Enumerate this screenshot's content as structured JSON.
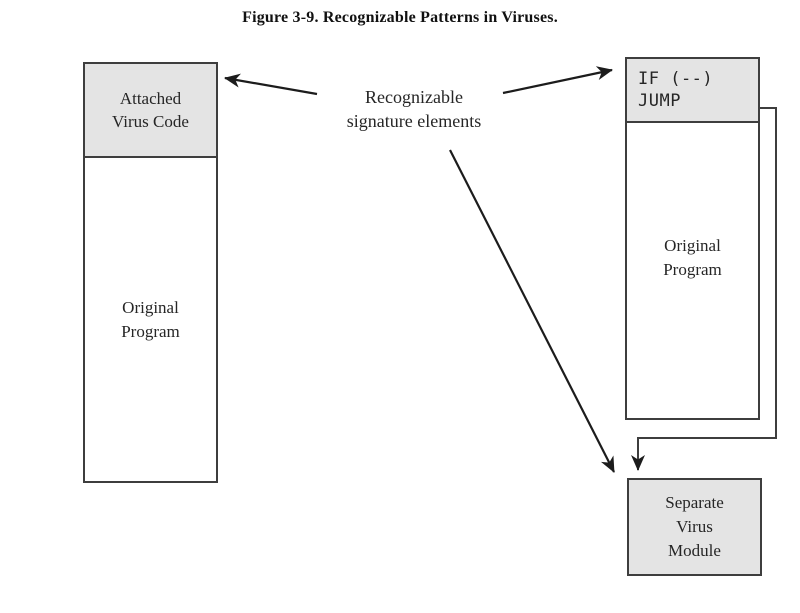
{
  "figure": {
    "title": "Figure 3-9. Recognizable Patterns in Viruses."
  },
  "center_label": {
    "lines": [
      "Recognizable",
      "signature elements"
    ]
  },
  "attached_box": {
    "header_lines": [
      "Attached",
      "Virus Code"
    ],
    "body_lines": [
      "Original",
      "Program"
    ]
  },
  "jump_box": {
    "header_lines": [
      "IF (--)",
      "JUMP"
    ],
    "body_lines": [
      "Original",
      "Program"
    ]
  },
  "separate_box": {
    "lines": [
      "Separate",
      "Virus",
      "Module"
    ]
  },
  "colors": {
    "bg": "#ffffff",
    "box_fill": "#e4e4e4",
    "box_border": "#3e3e3e",
    "arrow_color": "#1c1c1c",
    "text_color": "#262626"
  }
}
